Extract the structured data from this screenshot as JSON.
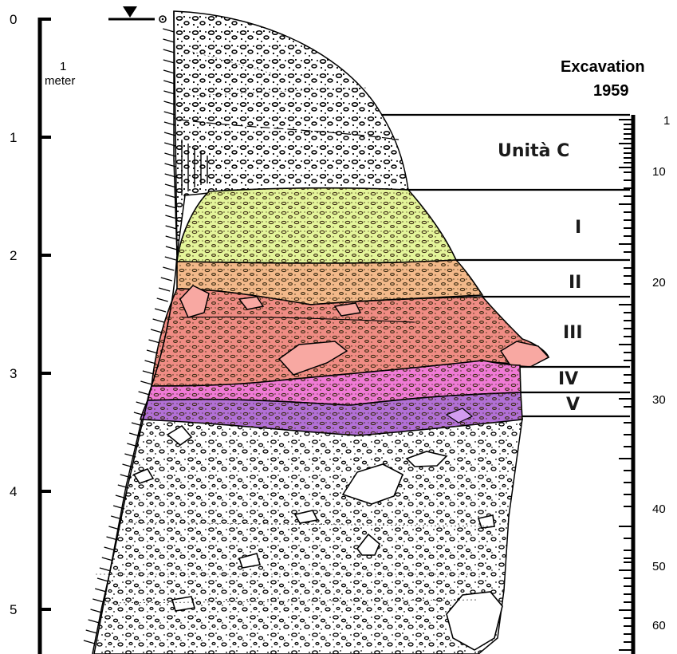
{
  "meter_scale": {
    "ticks": [
      "0",
      "1",
      "2",
      "3",
      "4",
      "5"
    ],
    "unit_number": "1",
    "unit_word": "meter"
  },
  "excavation": {
    "title_line1": "Excavation",
    "title_line2": "1959",
    "scale_labels": [
      "1",
      "10",
      "20",
      "30",
      "40",
      "50",
      "60"
    ]
  },
  "units": [
    {
      "label": "Unità C",
      "color": "#ffffff"
    },
    {
      "label": "I",
      "color": "#e4f59a"
    },
    {
      "label": "II",
      "color": "#f3b98a"
    },
    {
      "label": "III",
      "color": "#f08c84"
    },
    {
      "label": "IV",
      "color": "#f07ad6"
    },
    {
      "label": "V",
      "color": "#b270d6"
    }
  ],
  "colors": {
    "rock_fill": "#ffffff",
    "stone_outline": "#000000",
    "ink": "#000000"
  },
  "icons": {
    "water_level": "triangle-down-marker",
    "datum_point": "circle-dot"
  }
}
